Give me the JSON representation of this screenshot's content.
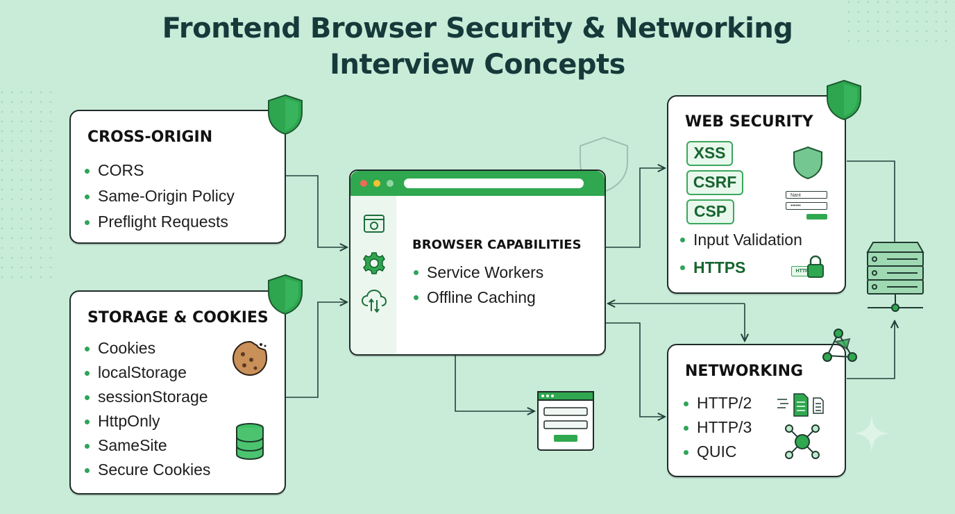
{
  "title": {
    "line1": "Frontend Browser  Security & Networking",
    "line2": "Interview Concepts"
  },
  "colors": {
    "background": "#c9ecd9",
    "accent": "#2fa84f",
    "bullet": "#2fa45a",
    "title": "#163a3a"
  },
  "cross_origin": {
    "title": "CROSS-ORIGIN",
    "items": [
      "CORS",
      "Same-Origin Policy",
      "Preflight Requests"
    ],
    "icon": "shield-icon"
  },
  "storage": {
    "title": "STORAGE & COOKIES",
    "items": [
      "Cookies",
      "localStorage",
      "sessionStorage",
      "HttpOnly",
      "SameSite",
      "Secure Cookies"
    ],
    "icons": [
      "shield-icon",
      "cookie-icon",
      "database-icon"
    ]
  },
  "browser": {
    "title": "BROWSER CAPABILITIES",
    "items": [
      "Service Workers",
      "Offline Caching"
    ],
    "sidebar_icons": [
      "browser-window-icon",
      "gear-icon",
      "cloud-sync-icon"
    ]
  },
  "web_security": {
    "title": "WEB SECURITY",
    "tags": [
      "XSS",
      "CSRF",
      "CSP"
    ],
    "items": [
      "Input Validation",
      "HTTPS"
    ],
    "form_labels": [
      "Nant",
      "••••••"
    ],
    "badge": "HTTPE",
    "icons": [
      "shield-icon",
      "login-form-icon",
      "lock-icon"
    ]
  },
  "networking": {
    "title": "NETWORKING",
    "items": [
      "HTTP/2",
      "HTTP/3",
      "QUIC"
    ],
    "icons": [
      "network-nodes-icon",
      "files-icon",
      "hub-icon"
    ]
  },
  "extras": {
    "icons": [
      "server-rack-icon",
      "form-window-icon",
      "sparkle-icon",
      "outline-shield-icon"
    ]
  }
}
